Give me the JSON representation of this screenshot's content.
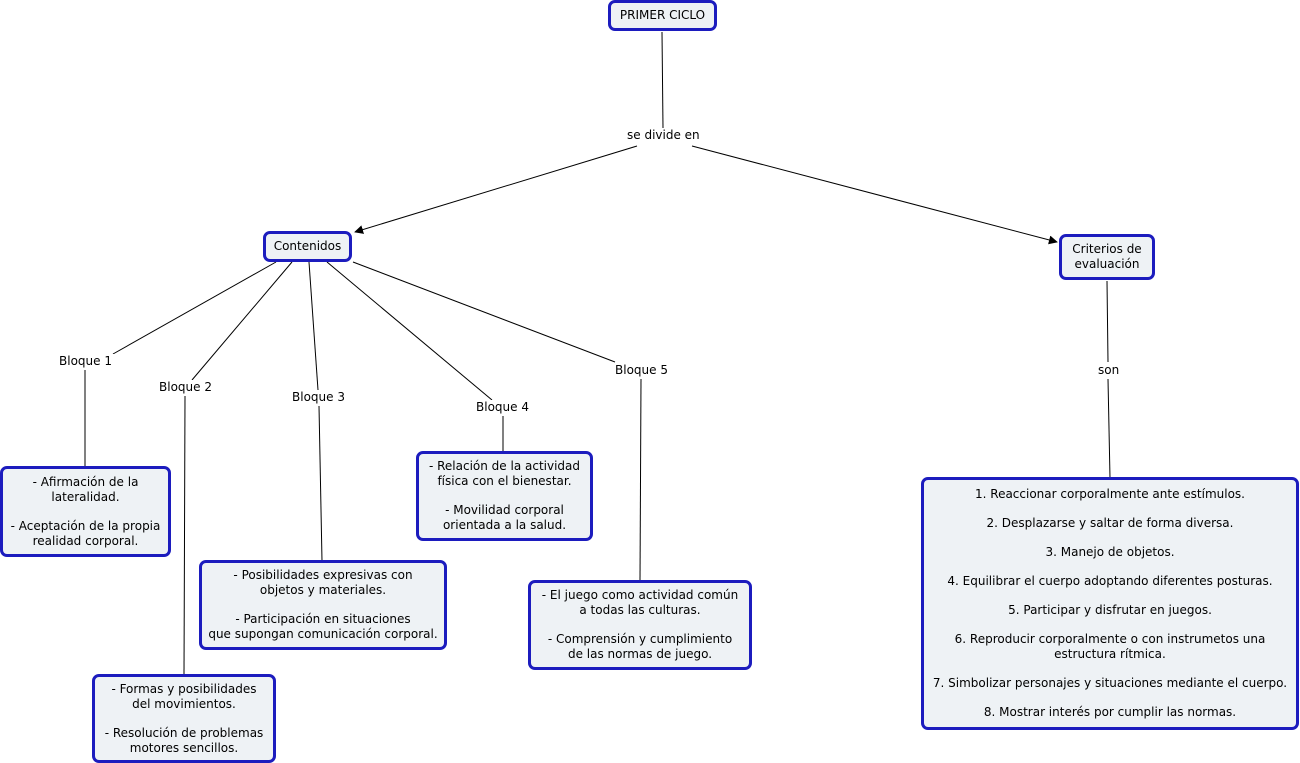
{
  "root": {
    "label": "PRIMER CICLO"
  },
  "root_link": "se divide en",
  "contenidos": {
    "label": "Contenidos",
    "bloques": [
      {
        "label": "Bloque 1",
        "items": [
          "- Afirmación de la\nlateralidad.",
          "- Aceptación de la propia\nrealidad corporal."
        ]
      },
      {
        "label": "Bloque 2",
        "items": [
          "- Formas y posibilidades\ndel movimientos.",
          "- Resolución de problemas\nmotores sencillos."
        ]
      },
      {
        "label": "Bloque 3",
        "items": [
          "- Posibilidades expresivas con\nobjetos y materiales.",
          "- Participación en situaciones\nque supongan comunicación corporal."
        ]
      },
      {
        "label": "Bloque 4",
        "items": [
          "- Relación de la actividad\nfísica con el bienestar.",
          "- Movilidad corporal\norientada a la salud."
        ]
      },
      {
        "label": "Bloque 5",
        "items": [
          "- El juego como actividad común\na todas las culturas.",
          "- Comprensión y cumplimiento\nde las normas de juego."
        ]
      }
    ]
  },
  "criterios": {
    "label": "Criterios de\nevaluación",
    "link": "son",
    "items": [
      "1. Reaccionar corporalmente ante estímulos.",
      "2. Desplazarse y saltar de forma diversa.",
      "3. Manejo de objetos.",
      "4. Equilibrar el cuerpo adoptando diferentes posturas.",
      "5. Participar y disfrutar en juegos.",
      "6. Reproducir corporalmente o con instrumetos una\nestructura rítmica.",
      "7. Simbolizar personajes y situaciones mediante el cuerpo.",
      "8. Mostrar interés por cumplir las normas."
    ]
  },
  "colors": {
    "border": "#1c1cbe",
    "fill": "#eef2f5",
    "line": "#000000"
  }
}
